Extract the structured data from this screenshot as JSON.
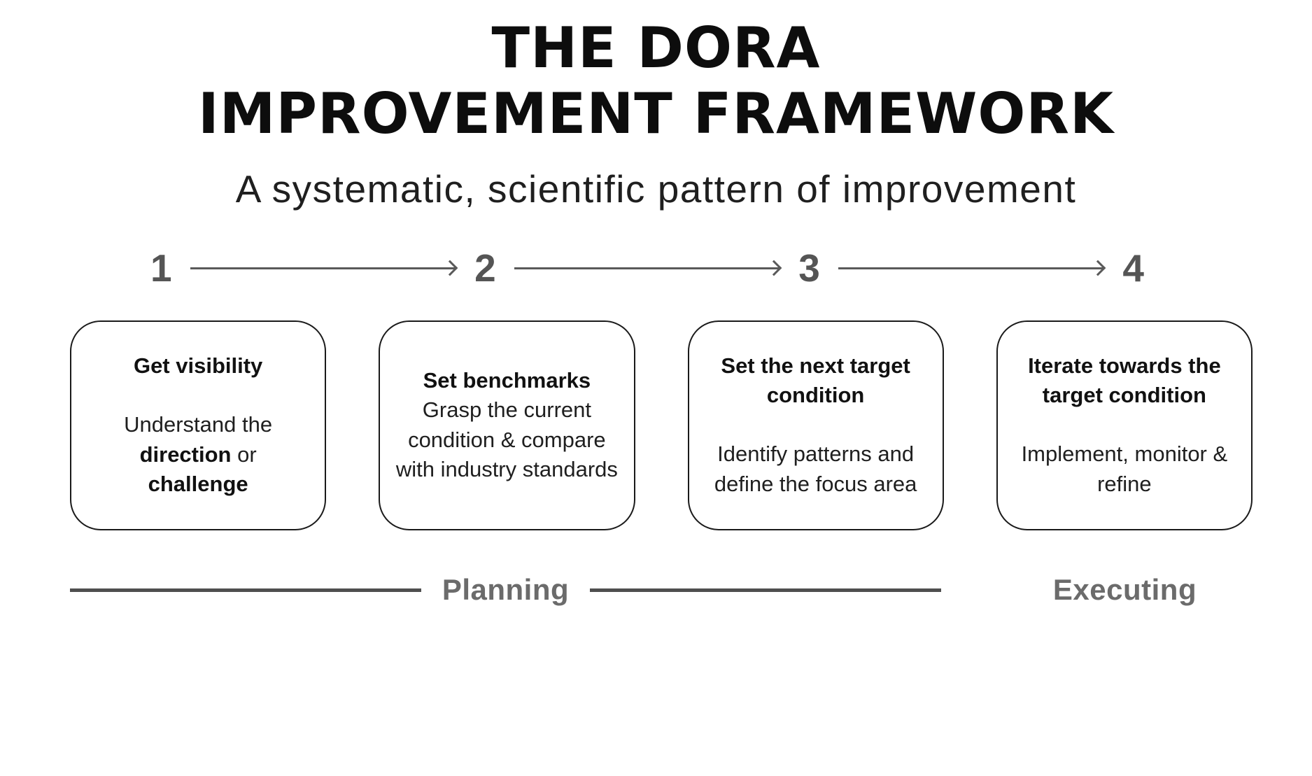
{
  "header": {
    "title_line1": "THE DORA",
    "title_line2": "IMPROVEMENT FRAMEWORK",
    "subtitle": "A systematic, scientific pattern of improvement"
  },
  "steps": [
    {
      "number": "1",
      "title": "Get visibility",
      "body": [
        {
          "text": "Understand the ",
          "bold": false
        },
        {
          "text": "direction",
          "bold": true
        },
        {
          "text": " or ",
          "bold": false
        },
        {
          "text": "challenge",
          "bold": true
        }
      ]
    },
    {
      "number": "2",
      "title": "Set benchmarks",
      "body": [
        {
          "text": "Grasp the current condition & compare with industry standards",
          "bold": false
        }
      ]
    },
    {
      "number": "3",
      "title": "Set the next target condition",
      "body": [
        {
          "text": "Identify patterns and define the focus area",
          "bold": false
        }
      ]
    },
    {
      "number": "4",
      "title": "Iterate towards the target condition",
      "body": [
        {
          "text": "Implement, monitor & refine",
          "bold": false
        }
      ]
    }
  ],
  "phases": {
    "planning_label": "Planning",
    "executing_label": "Executing"
  },
  "colors": {
    "title": "#0d0d0d",
    "numbers_and_arrows": "#5a5a5a",
    "phase_labels": "#6b6b6b",
    "card_border": "#1a1a1a"
  },
  "icons": {
    "arrow_right": "arrow-right-icon"
  }
}
